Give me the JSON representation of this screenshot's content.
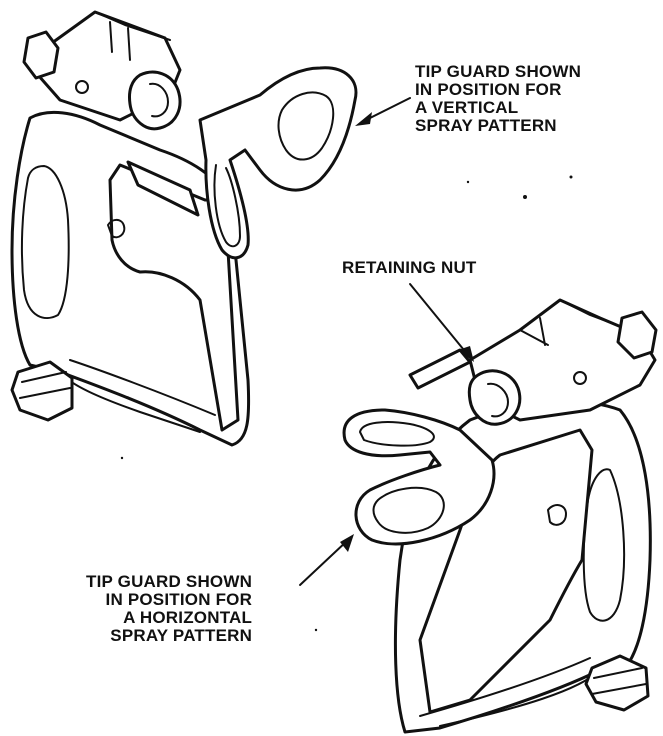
{
  "labels": {
    "vertical": {
      "line1": "TIP GUARD SHOWN",
      "line2": "IN POSITION FOR",
      "line3": "A VERTICAL",
      "line4": "SPRAY PATTERN"
    },
    "retaining_nut": "RETAINING NUT",
    "horizontal": {
      "line1": "TIP GUARD SHOWN",
      "line2": "IN POSITION FOR",
      "line3": "A HORIZONTAL",
      "line4": "SPRAY PATTERN"
    }
  },
  "colors": {
    "ink": "#111111",
    "paper": "#ffffff"
  }
}
